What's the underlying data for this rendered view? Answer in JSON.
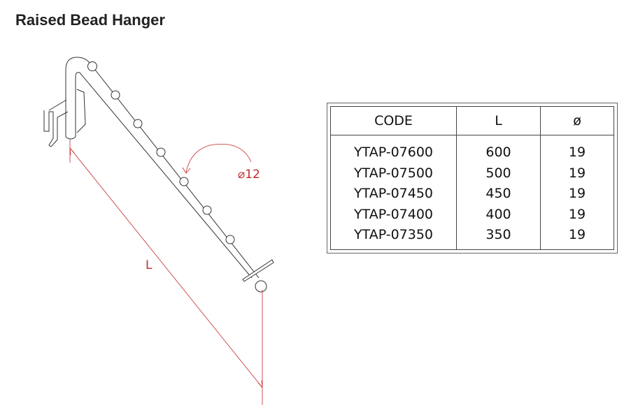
{
  "title": "Raised Bead Hanger",
  "drawing": {
    "length_label": "L",
    "bead_diameter_label": "⌀12",
    "dimension_color": "#c62828"
  },
  "table": {
    "headers": [
      "CODE",
      "L",
      "ø"
    ],
    "rows": [
      {
        "code": "YTAP-07600",
        "l": "600",
        "d": "19"
      },
      {
        "code": "YTAP-07500",
        "l": "500",
        "d": "19"
      },
      {
        "code": "YTAP-07450",
        "l": "450",
        "d": "19"
      },
      {
        "code": "YTAP-07400",
        "l": "400",
        "d": "19"
      },
      {
        "code": "YTAP-07350",
        "l": "350",
        "d": "19"
      }
    ]
  }
}
